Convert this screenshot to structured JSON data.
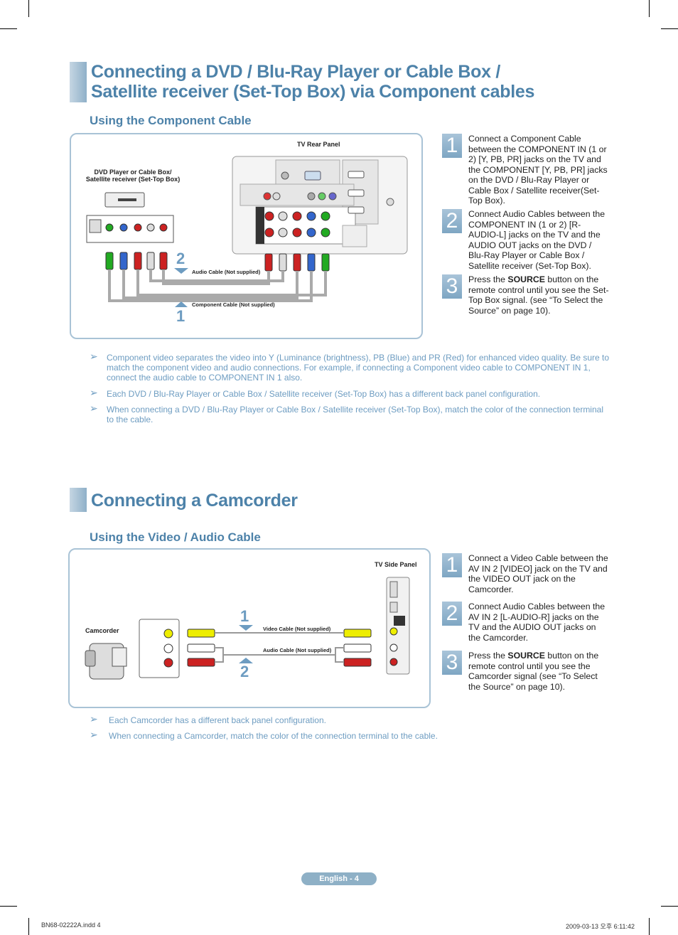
{
  "section1": {
    "title_line1": "Connecting a DVD / Blu-Ray Player or Cable Box /",
    "title_line2": "Satellite receiver (Set-Top Box) via Component cables",
    "subtitle": "Using the Component Cable",
    "diagram": {
      "tv_rear_panel": "TV Rear Panel",
      "dvd_label_line1": "DVD Player or Cable Box/",
      "dvd_label_line2": "Satellite receiver (Set-Top Box)",
      "audio_cable": "Audio Cable (Not supplied)",
      "component_cable": "Component Cable (Not supplied)",
      "num1": "1",
      "num2": "2"
    },
    "steps": [
      {
        "num": "1",
        "text": "Connect a Component Cable between the COMPONENT IN (1 or 2) [Y, PB, PR] jacks on the TV and the COMPONENT [Y, PB, PR] jacks on the DVD / Blu-Ray Player or Cable Box / Satellite receiver(Set-Top Box)."
      },
      {
        "num": "2",
        "text": "Connect Audio Cables between the COMPONENT IN (1 or 2) [R-AUDIO-L] jacks on the TV and the AUDIO OUT jacks on the DVD / Blu-Ray Player or Cable Box / Satellite receiver (Set-Top Box)."
      },
      {
        "num": "3",
        "text_pre": "Press the ",
        "text_bold": "SOURCE",
        "text_post": " button on the remote control until you see the Set-Top Box signal. (see “To Select the Source” on page 10)."
      }
    ],
    "notes": [
      "Component video separates the video into Y (Luminance (brightness), PB (Blue) and PR (Red) for enhanced video quality. Be sure to match the component video and audio connections. For example, if connecting a Component video cable to COMPONENT IN 1, connect the audio cable to COMPONENT IN 1 also.",
      "Each DVD / Blu-Ray Player or Cable Box / Satellite receiver (Set-Top Box) has a different back panel configuration.",
      "When connecting a DVD / Blu-Ray Player or Cable Box / Satellite receiver (Set-Top Box), match the color of the connection terminal to the cable."
    ]
  },
  "section2": {
    "title": "Connecting a Camcorder",
    "subtitle": "Using the Video / Audio Cable",
    "diagram": {
      "tv_side_panel": "TV Side Panel",
      "camcorder": "Camcorder",
      "video_cable": "Video Cable (Not supplied)",
      "audio_cable": "Audio Cable (Not supplied)",
      "num1": "1",
      "num2": "2"
    },
    "steps": [
      {
        "num": "1",
        "text": "Connect a Video Cable between the AV IN 2 [VIDEO] jack on the TV and the VIDEO OUT jack on the Camcorder."
      },
      {
        "num": "2",
        "text": "Connect Audio Cables between the AV IN 2 [L-AUDIO-R] jacks on the TV and the AUDIO OUT jacks on the Camcorder."
      },
      {
        "num": "3",
        "text_pre": "Press the ",
        "text_bold": "SOURCE",
        "text_post": " button on the remote control until you see the Camcorder signal (see “To Select the Source” on page 10)."
      }
    ],
    "notes": [
      "Each Camcorder has a different back panel configuration.",
      "When connecting a Camcorder, match the color of the connection terminal to the cable."
    ]
  },
  "footer": {
    "page": "English - 4",
    "file": "BN68-02222A.indd   4",
    "timestamp": "2009-03-13   오후 6:11:42"
  }
}
